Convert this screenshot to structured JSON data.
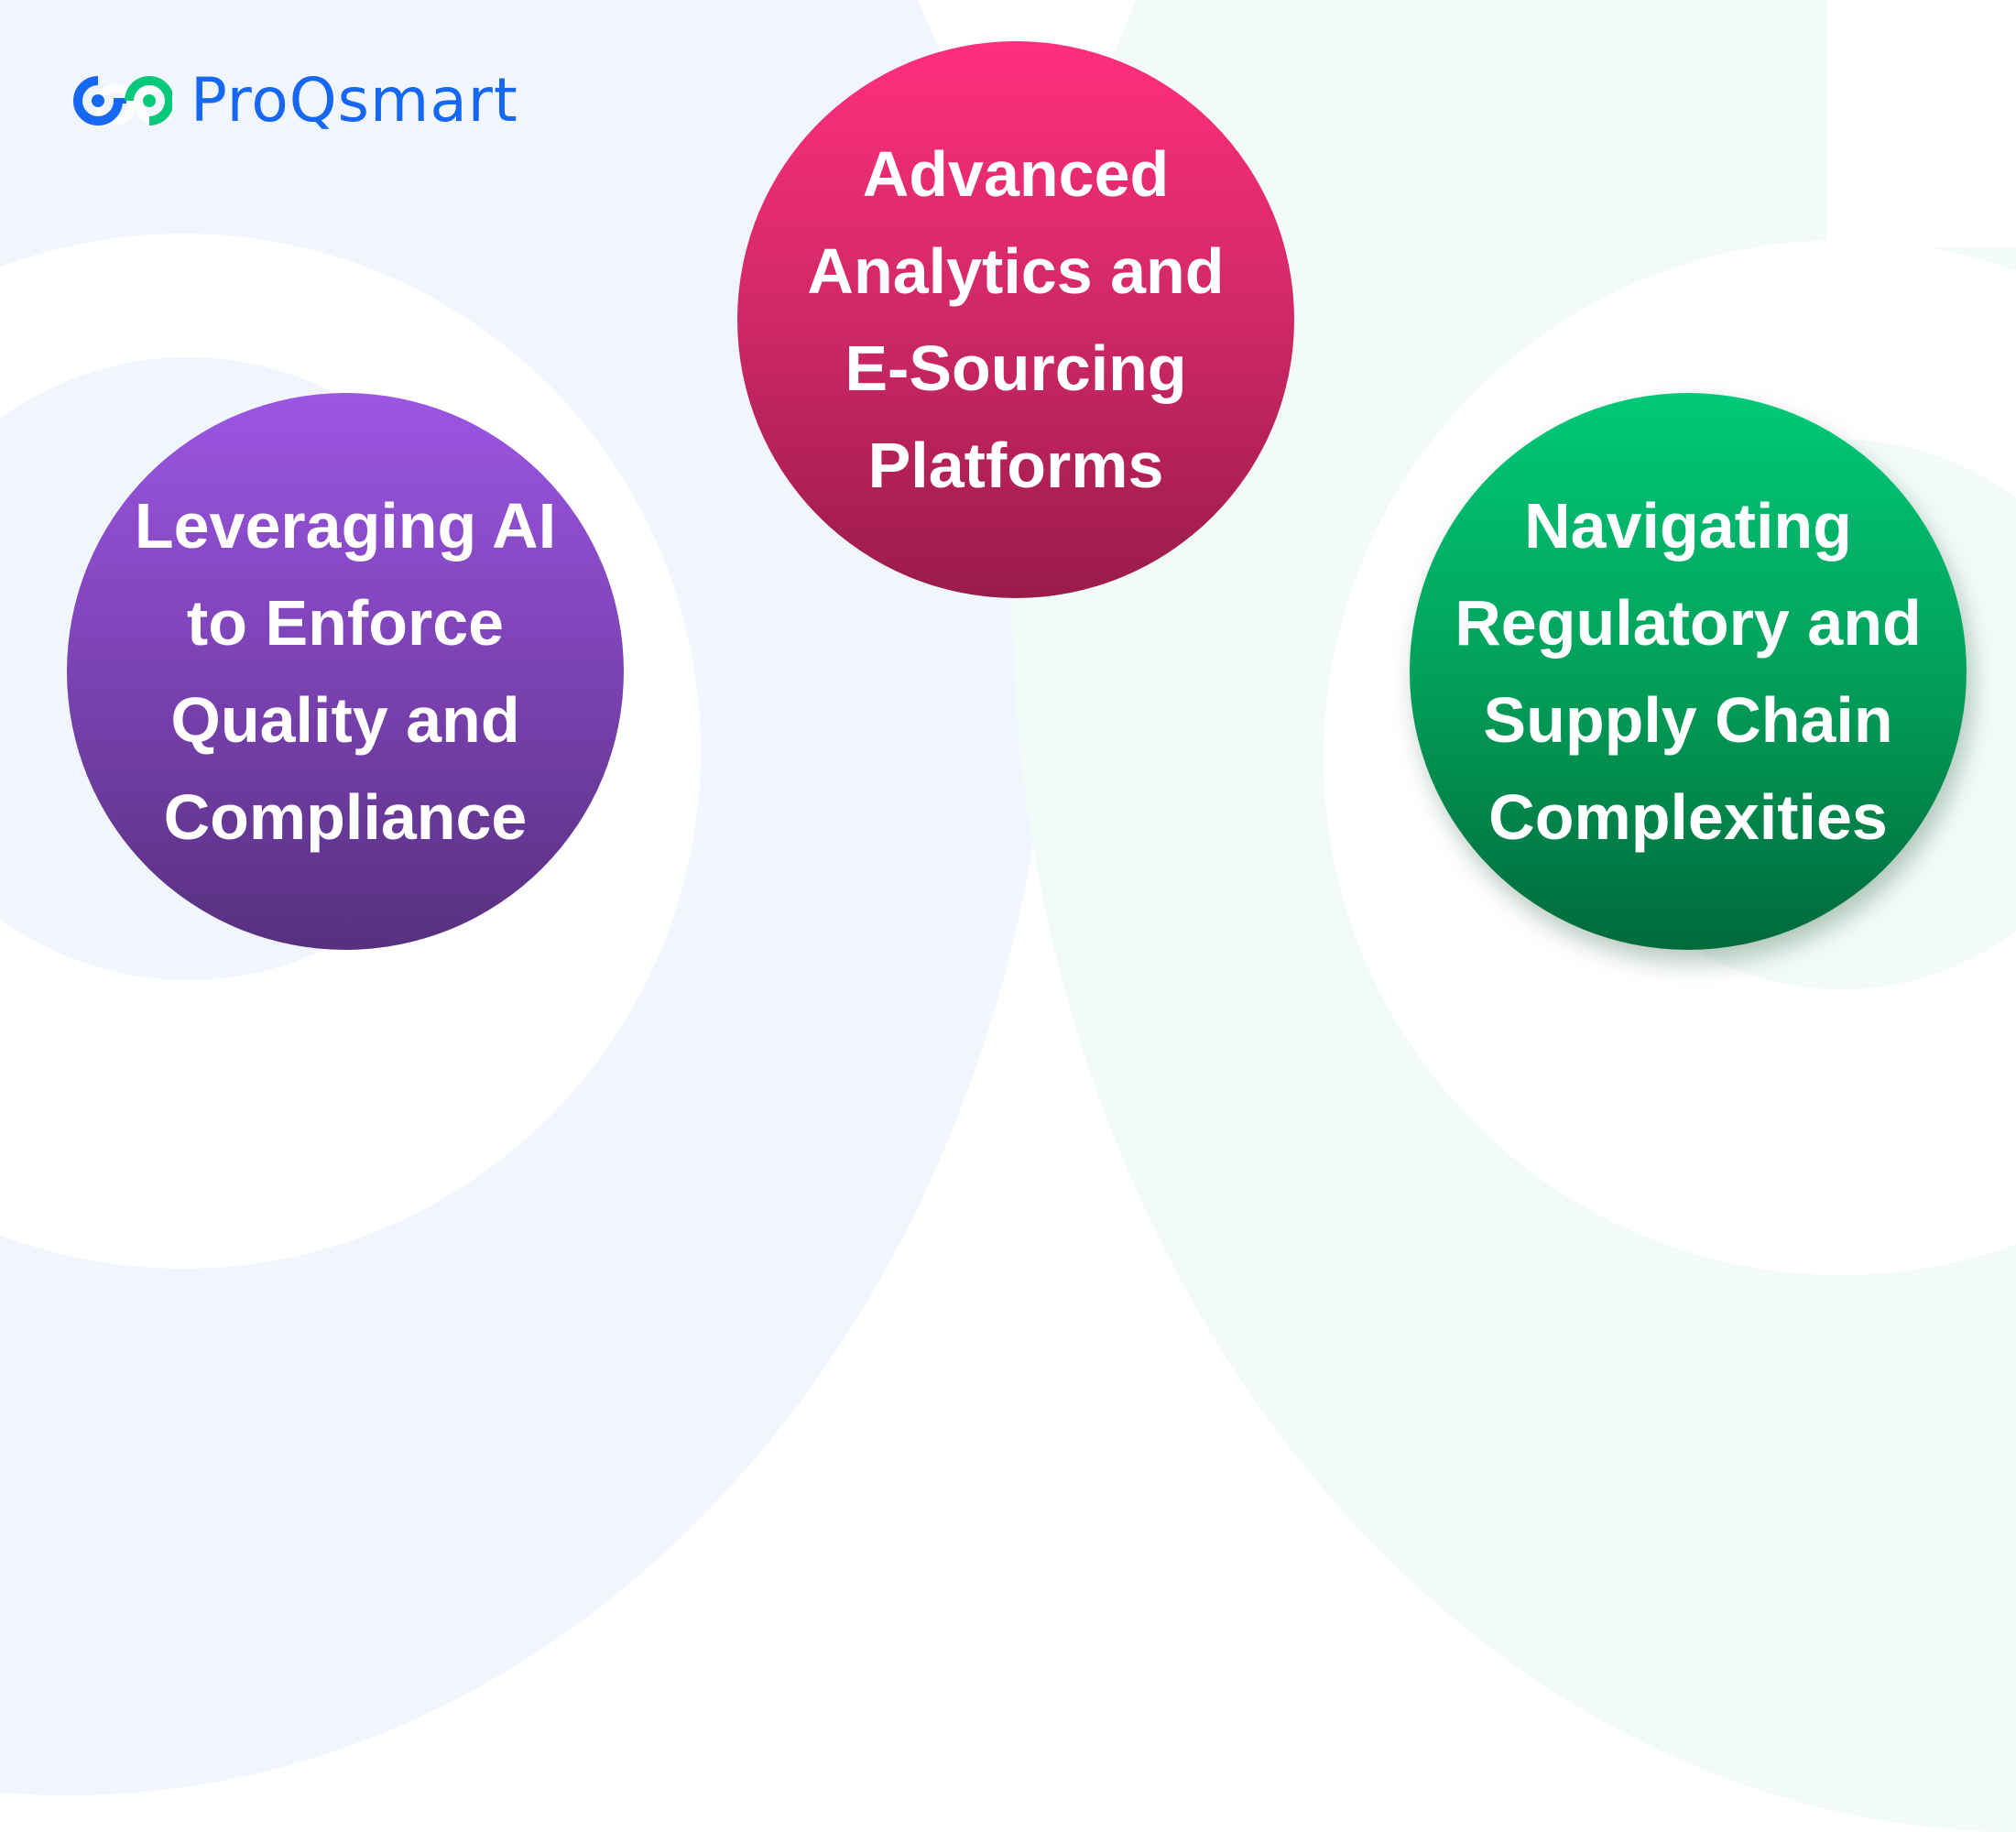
{
  "brand": {
    "name": "ProQsmart",
    "logo_icon": "linked-rings-logo-icon",
    "colors": {
      "primary_blue": "#1668F2",
      "accent_green": "#08C97A"
    }
  },
  "bubbles": [
    {
      "id": "analytics",
      "lines": [
        "Advanced",
        "Analytics and",
        "E-Sourcing",
        "Platforms"
      ],
      "gradient_top": "#FF2F7D",
      "gradient_bottom": "#9A1B4A"
    },
    {
      "id": "ai-quality",
      "lines": [
        "Leveraging AI",
        "to Enforce",
        "Quality and",
        "Compliance"
      ],
      "gradient_top": "#9B56E2",
      "gradient_bottom": "#57307F"
    },
    {
      "id": "regulatory",
      "lines": [
        "Navigating",
        "Regulatory and",
        "Supply Chain",
        "Complexities"
      ],
      "gradient_top": "#00C978",
      "gradient_bottom": "#006A3B"
    }
  ],
  "background": {
    "left_tint": "#F1F6FE",
    "right_tint": "#F2FBF8",
    "base": "#FFFFFF"
  }
}
